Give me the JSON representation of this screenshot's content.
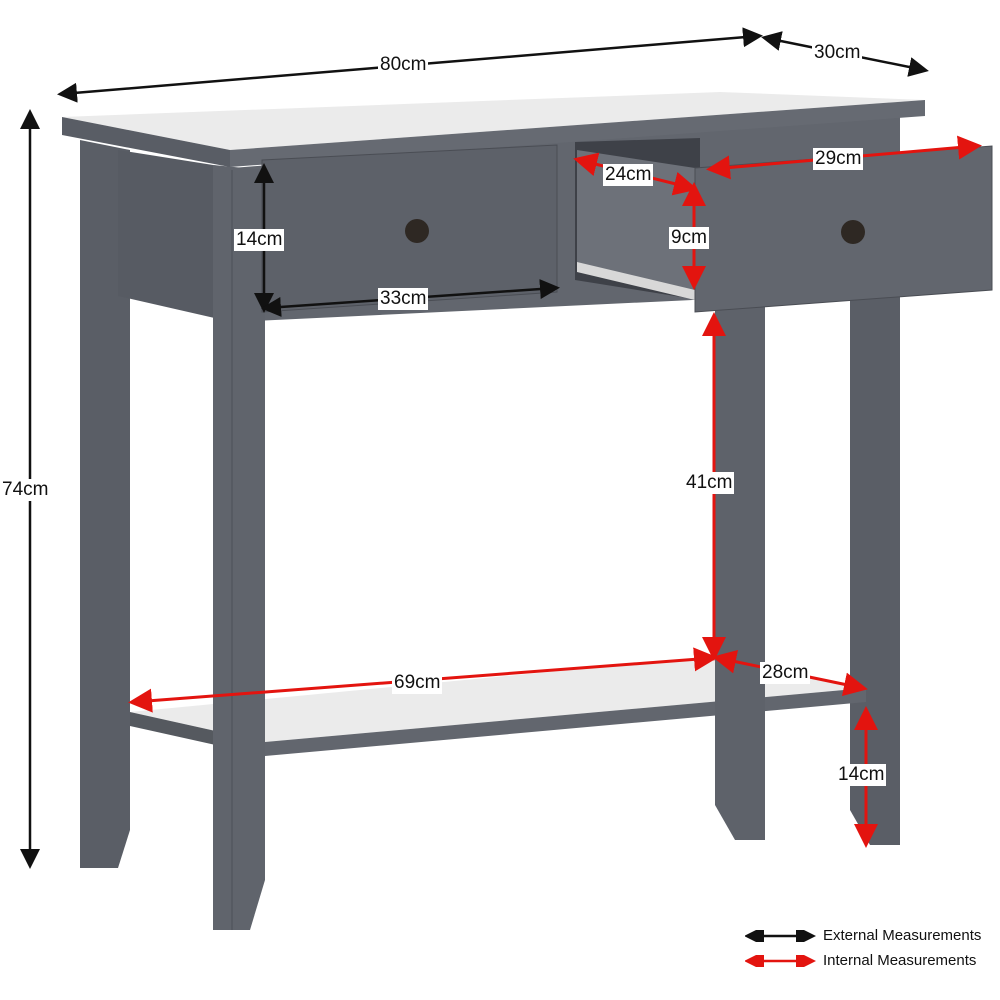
{
  "colors": {
    "external": "#111111",
    "internal": "#e3140f",
    "body": "#5f636b",
    "surface": "#ebebeb"
  },
  "dimensions": {
    "external": {
      "width": "80cm",
      "depth": "30cm",
      "height": "74cm",
      "drawer_height": "14cm",
      "drawer_width": "33cm"
    },
    "internal": {
      "drawer_depth": "24cm",
      "drawer_inner_width": "29cm",
      "drawer_inner_height": "9cm",
      "shelf_clearance": "41cm",
      "shelf_width": "69cm",
      "shelf_depth": "28cm",
      "shelf_height": "14cm"
    }
  },
  "legend": {
    "external": "External Measurements",
    "internal": "Internal Measurements"
  }
}
